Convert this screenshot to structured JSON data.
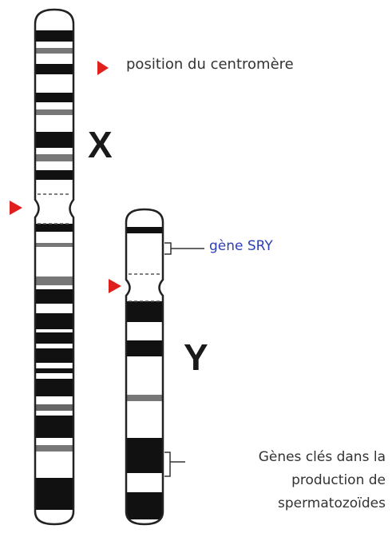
{
  "legend": {
    "text": "position du centromère",
    "marker_color": "#e0201c"
  },
  "chromosome_x": {
    "label": "X"
  },
  "chromosome_y": {
    "label": "Y"
  },
  "annotations": {
    "sry": "gène SRY",
    "key_genes": [
      "Gènes clés dans la",
      "production de",
      "spermatozoïdes"
    ]
  },
  "colors": {
    "band": "#111111",
    "outline": "#222222",
    "sry_text": "#2e3fb5"
  }
}
